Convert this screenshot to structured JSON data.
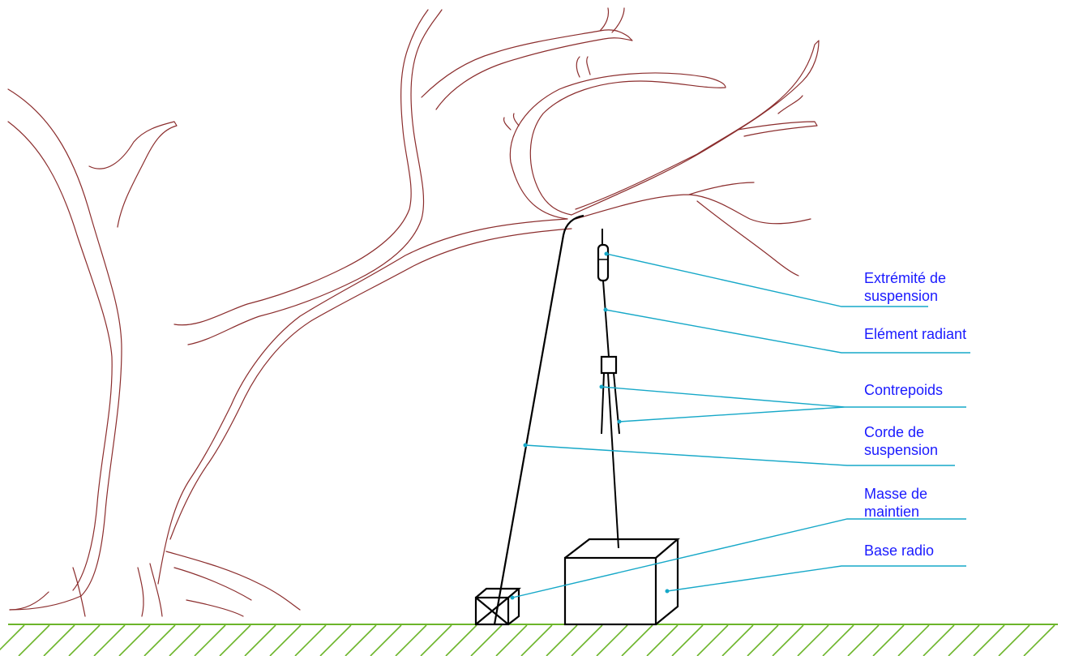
{
  "labels": {
    "suspension_end": {
      "line1": "Extrémité de",
      "line2": "suspension"
    },
    "radiating_element": "Elément radiant",
    "counterweights": "Contrepoids",
    "suspension_rope": {
      "line1": "Corde de",
      "line2": "suspension"
    },
    "holding_weight": {
      "line1": "Masse de",
      "line2": "maintien"
    },
    "radio_base": "Base radio"
  },
  "colors": {
    "tree": "#8b2d2d",
    "label_text": "#1a1aff",
    "leader_lines": "#16a8c8",
    "ground": "#6cb52a",
    "drawing": "#000000"
  }
}
